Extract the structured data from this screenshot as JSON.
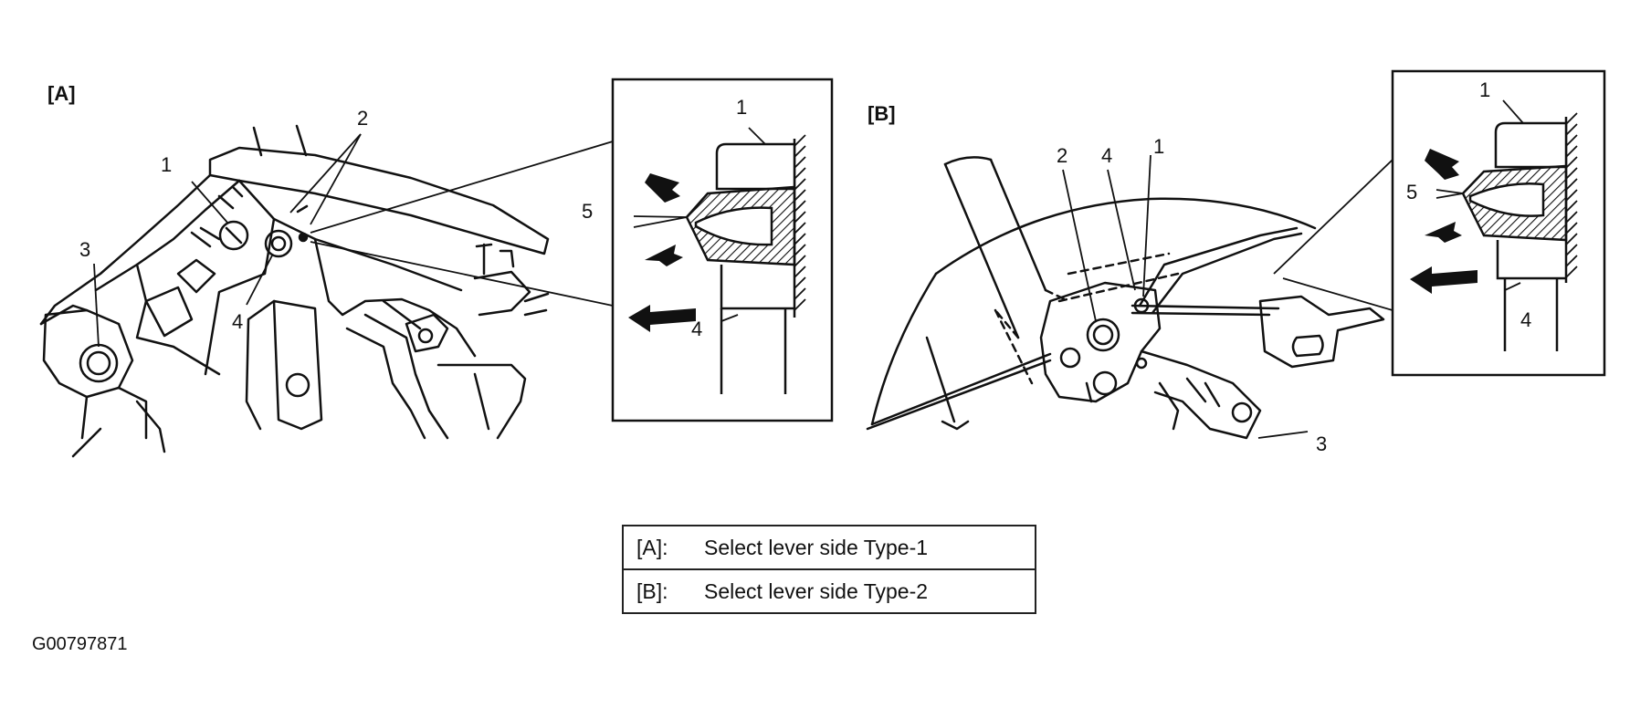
{
  "panels": {
    "a": {
      "tag": "[A]",
      "callouts": [
        "1",
        "2",
        "3",
        "4"
      ],
      "detail_callouts": [
        "1",
        "5",
        "4"
      ]
    },
    "b": {
      "tag": "[B]",
      "callouts": [
        "2",
        "4",
        "1",
        "3"
      ],
      "detail_callouts": [
        "1",
        "5",
        "4"
      ]
    }
  },
  "legend": [
    {
      "key": "[A]:",
      "text": "Select lever side Type-1"
    },
    {
      "key": "[B]:",
      "text": "Select lever side Type-2"
    }
  ],
  "figure_id": "G00797871"
}
